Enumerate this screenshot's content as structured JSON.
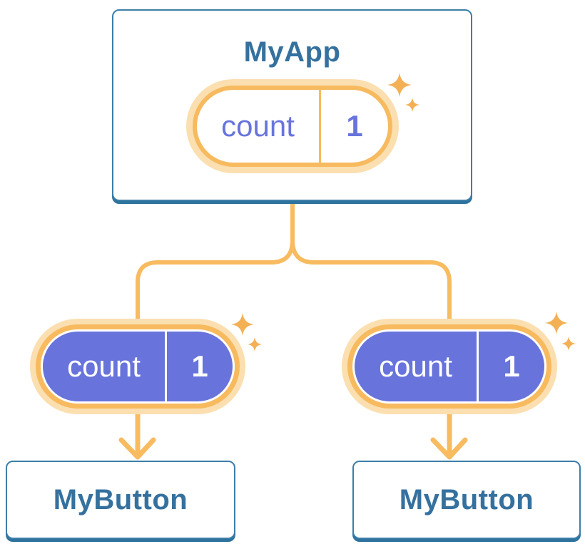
{
  "diagram": {
    "root": {
      "title": "MyApp",
      "pill": {
        "label": "count",
        "value": "1"
      }
    },
    "children": [
      {
        "title": "MyButton",
        "pill": {
          "label": "count",
          "value": "1"
        }
      },
      {
        "title": "MyButton",
        "pill": {
          "label": "count",
          "value": "1"
        }
      }
    ],
    "icons": {
      "sparkle": "sparkle-icon",
      "arrow": "arrow-down-icon"
    },
    "colors": {
      "background": "#FFFFFF",
      "card_border": "#3D7EA9",
      "card_bottom_shadow": "#2E739E",
      "heading_text": "#35719E",
      "state_purple": "#6874DC",
      "pill_ring_orange": "#F7BA5F",
      "pill_halo_orange": "#FBDFB0",
      "connector_orange": "#F8BB60",
      "sparkle_orange": "#F3B055"
    }
  }
}
